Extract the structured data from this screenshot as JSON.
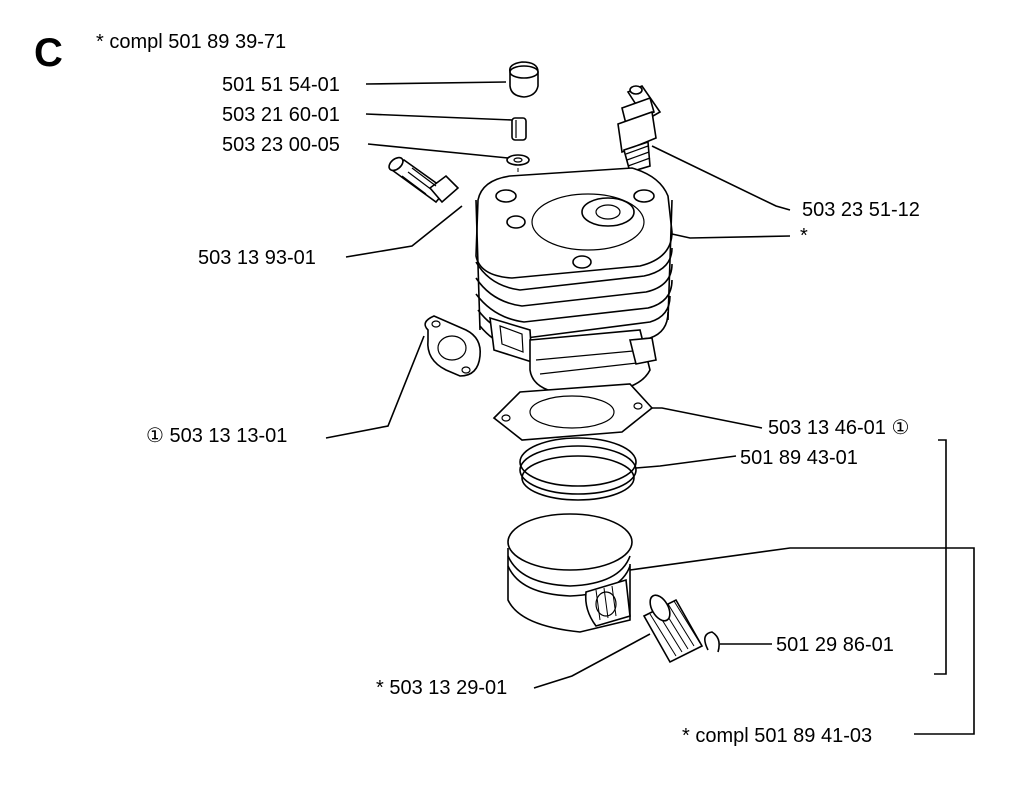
{
  "section_letter": "C",
  "header_label": "* compl 501 89 39-71",
  "parts": {
    "plug": "501 51 54-01",
    "screw": "503 21 60-01",
    "washer": "503 23 00-05",
    "decomp_valve": "503 13 93-01",
    "spark_plug": "503 23 51-12",
    "cylinder": "*",
    "exhaust_gasket": "① 503 13 13-01",
    "cylinder_gasket": "503 13 46-01 ①",
    "piston_rings": "501 89 43-01",
    "circlip": "501 29 86-01",
    "needle_bearing": "* 503 13 29-01",
    "piston_kit": "* compl 501 89 41-03"
  }
}
